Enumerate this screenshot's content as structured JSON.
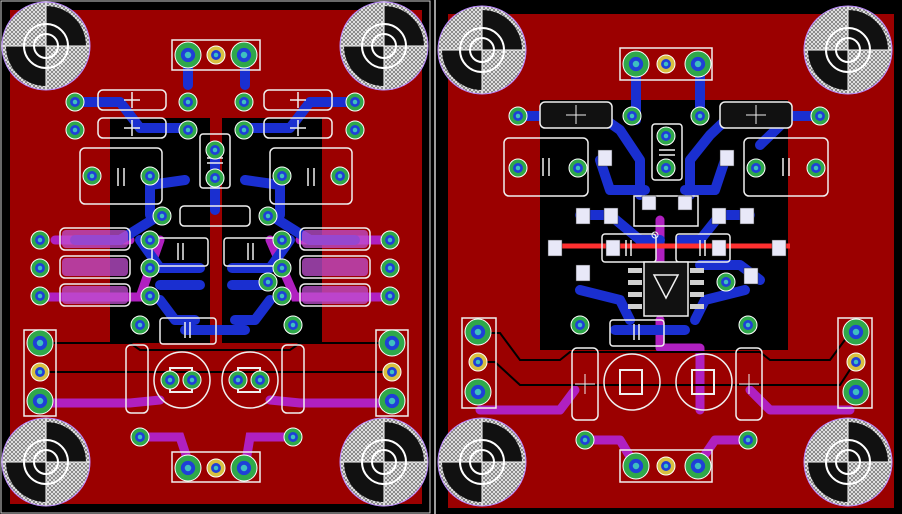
{
  "view": "pcb-layout-comparison",
  "colors": {
    "background": "#000000",
    "board_fill": "#9b0000",
    "board_outline": "#e8e8e8",
    "top_trace": "#1a2fd0",
    "bottom_trace": "#b020c0",
    "silkscreen": "#f0f0f0",
    "pad_ring": "#2fa84a",
    "pad_ring_alt": "#d7c040",
    "pad_hole": "#1f3fd8",
    "via": "#3ec0c0",
    "keepout": "#000000"
  },
  "boards": [
    {
      "label": "",
      "variant": "discrete-opamp-tht",
      "mounting_holes": 4,
      "pin_headers": [
        "top-3pin",
        "bottom-3pin",
        "left-3pin",
        "right-3pin"
      ]
    },
    {
      "label": "",
      "variant": "soic-opamp-smd",
      "mounting_holes": 4,
      "pin_headers": [
        "top-3pin",
        "bottom-3pin",
        "left-3pin",
        "right-3pin"
      ]
    }
  ]
}
